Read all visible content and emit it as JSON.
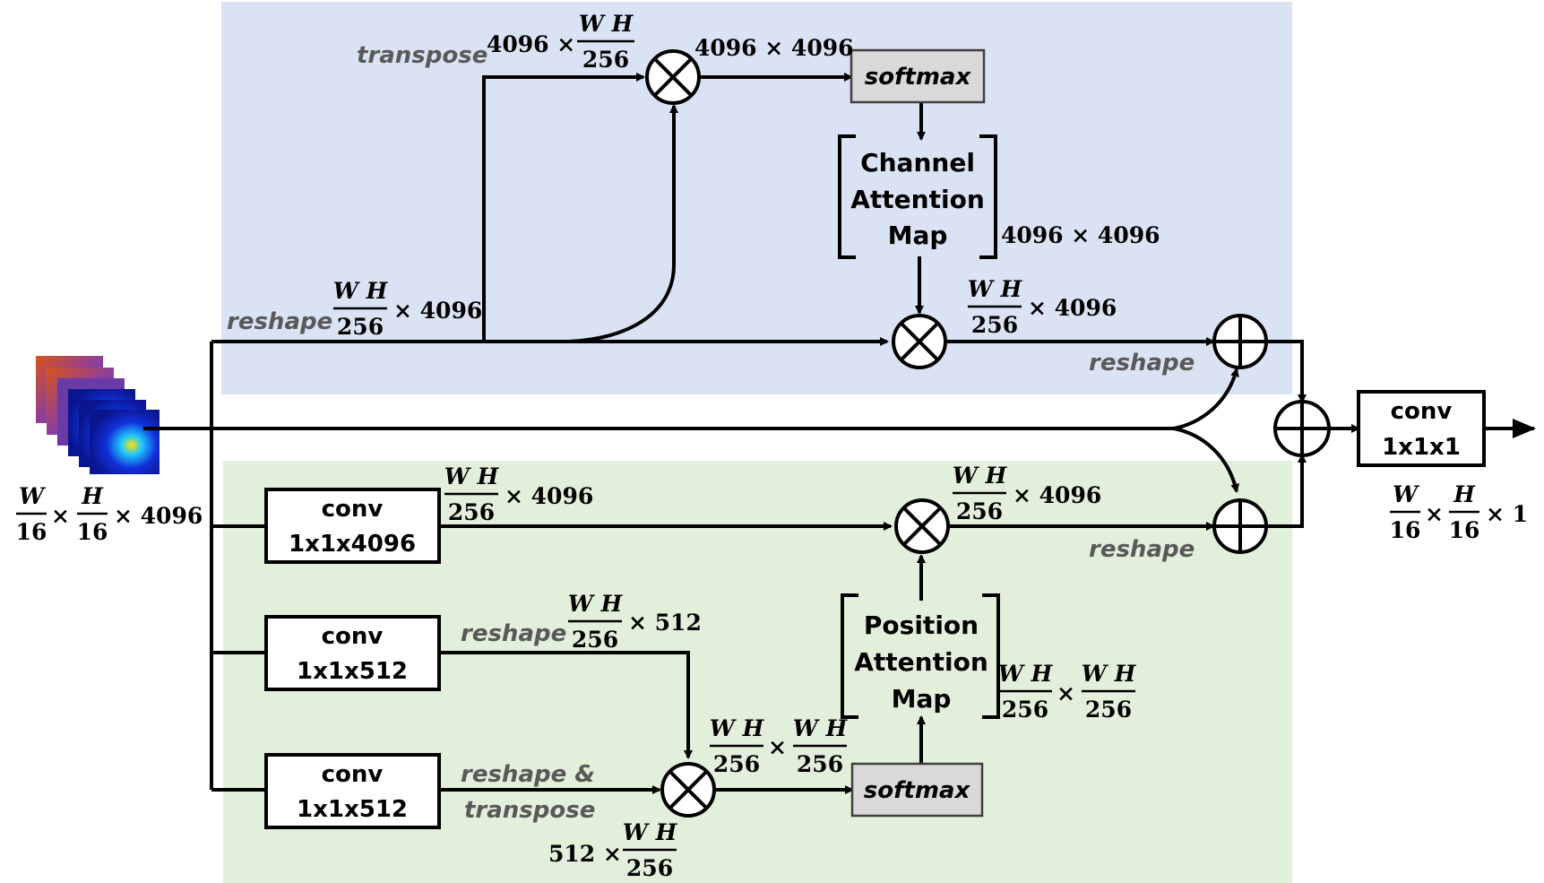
{
  "regions": {
    "channel": {
      "color": "#dae3f3"
    },
    "position": {
      "color": "#e2efda"
    }
  },
  "input": {
    "icon": "feature-map-stack-icon"
  },
  "dims": {
    "input": {
      "w": "W",
      "h": "H",
      "d16": "16",
      "times": "×",
      "suffix": "× 4096"
    },
    "output": {
      "w": "W",
      "h": "H",
      "d16": "16",
      "times": "×",
      "suffix": "× 1"
    },
    "wh": "W H",
    "d256": "256",
    "x4096": "× 4096",
    "x512": "× 512",
    "times": "×",
    "prefix4096": "4096 ×",
    "prefix512": "512 ×",
    "sq4096": "4096 × 4096"
  },
  "labels": {
    "transpose": "transpose",
    "reshape": "reshape",
    "reshape_amp": "reshape &",
    "softmax": "softmax"
  },
  "boxes": {
    "conv4096": {
      "line1": "conv",
      "line2": "1x1x4096"
    },
    "conv512a": {
      "line1": "conv",
      "line2": "1x1x512"
    },
    "conv512b": {
      "line1": "conv",
      "line2": "1x1x512"
    },
    "conv_out": {
      "line1": "conv",
      "line2": "1x1x1"
    }
  },
  "channel_map": {
    "line1": "Channel",
    "line2": "Attention",
    "line3": "Map"
  },
  "position_map": {
    "line1": "Position",
    "line2": "Attention",
    "line3": "Map"
  }
}
